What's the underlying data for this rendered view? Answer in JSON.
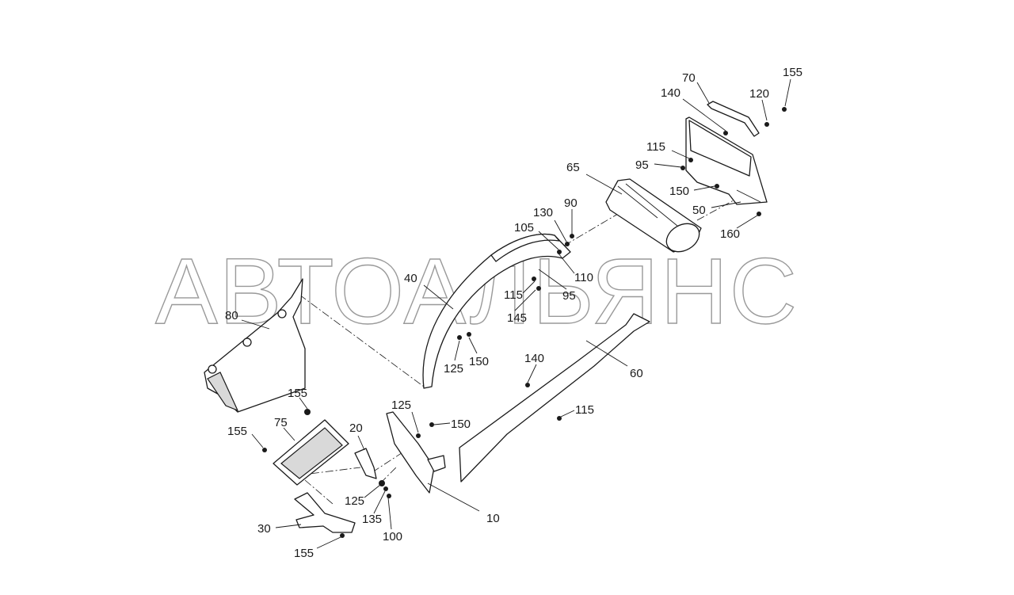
{
  "watermark": "АВТОАЛЬЯНС",
  "callouts": {
    "c70": "70",
    "c155a": "155",
    "c140a": "140",
    "c120": "120",
    "c115a": "115",
    "c95a": "95",
    "c65": "65",
    "c150a": "150",
    "c50": "50",
    "c160": "160",
    "c90": "90",
    "c130": "130",
    "c105": "105",
    "c110": "110",
    "c40": "40",
    "c115b": "115",
    "c95b": "95",
    "c145": "145",
    "c80": "80",
    "c125a": "125",
    "c150b": "150",
    "c140b": "140",
    "c60": "60",
    "c115c": "115",
    "c155b": "155",
    "c75": "75",
    "c155c": "155",
    "c125b": "125",
    "c150c": "150",
    "c20": "20",
    "c125c": "125",
    "c135": "135",
    "c100": "100",
    "c10": "10",
    "c30": "30",
    "c155d": "155"
  }
}
